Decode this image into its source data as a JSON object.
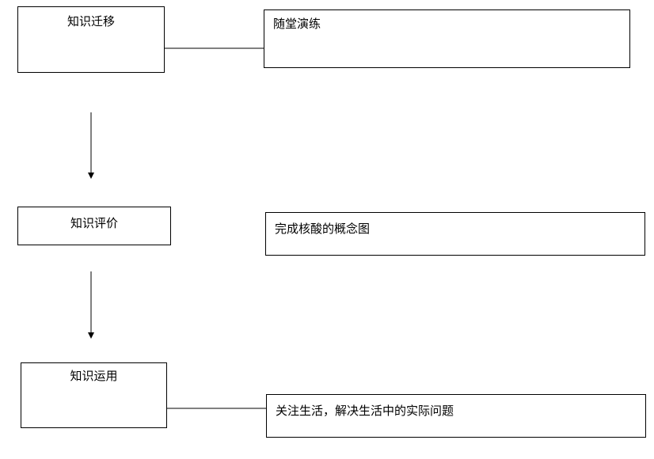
{
  "steps": [
    {
      "label": "知识迁移",
      "note": "随堂演练"
    },
    {
      "label": "知识评价",
      "note": "完成核酸的概念图"
    },
    {
      "label": "知识运用",
      "note": "关注生活，解决生活中的实际问题"
    }
  ],
  "colors": {
    "line": "#000000",
    "background": "#ffffff"
  }
}
